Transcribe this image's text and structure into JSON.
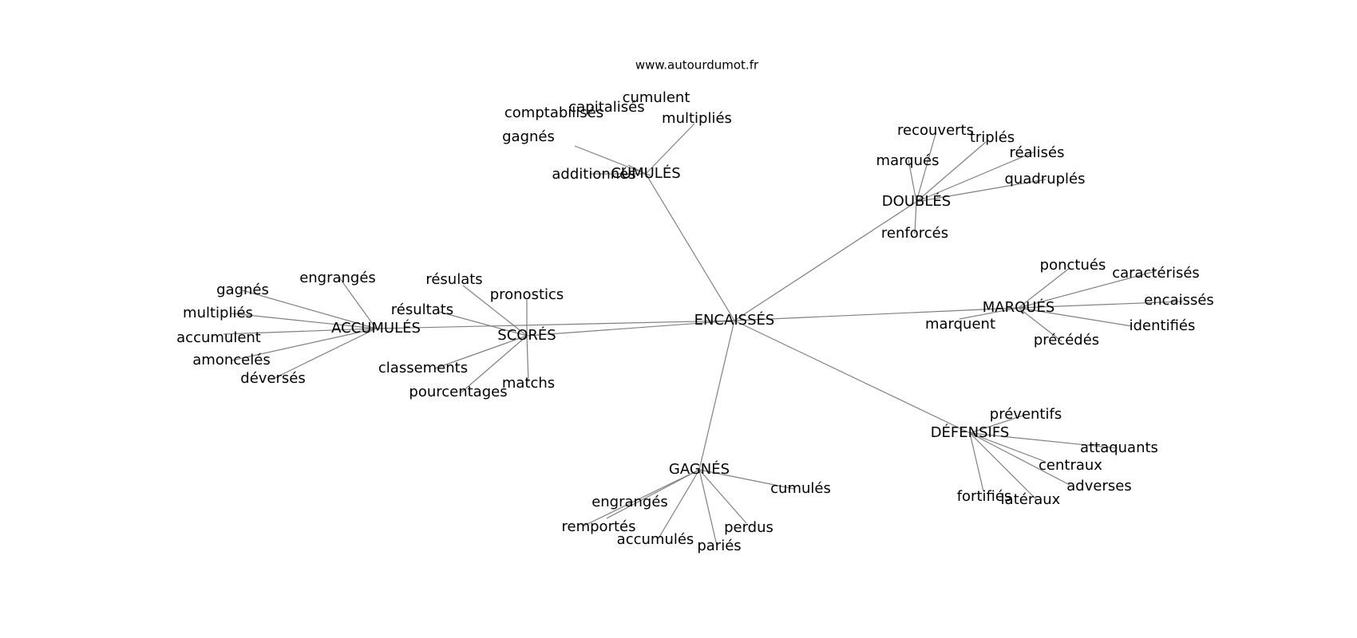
{
  "header": {
    "site": "www.autourdumot.fr"
  },
  "root": "ENCAISSÉS",
  "groups": [
    {
      "hub": "CUMULÉS",
      "words": [
        "cumulent",
        "capitalisés",
        "comptabilisés",
        "multipliés",
        "gagnés",
        "additionnés"
      ]
    },
    {
      "hub": "DOUBLÉS",
      "words": [
        "recouverts",
        "triplés",
        "réalisés",
        "marqués",
        "quadruplés",
        "renforcés"
      ]
    },
    {
      "hub": "MARQUÉS",
      "words": [
        "ponctués",
        "caractérisés",
        "encaissés",
        "marquent",
        "identifiés",
        "précédés"
      ]
    },
    {
      "hub": "SCORÉS",
      "words": [
        "résulats",
        "pronostics",
        "résultats",
        "classements",
        "matchs",
        "pourcentages"
      ]
    },
    {
      "hub": "ACCUMULÉS",
      "words": [
        "engrangés",
        "gagnés",
        "multipliés",
        "accumulent",
        "amoncelés",
        "déversés"
      ]
    },
    {
      "hub": "GAGNÉS",
      "words": [
        "cumulés",
        "engrangés",
        "remportés",
        "accumulés",
        "perdus",
        "pariés"
      ]
    },
    {
      "hub": "DÉFENSIFS",
      "words": [
        "préventifs",
        "attaquants",
        "centraux",
        "adverses",
        "fortifiés",
        "latéraux"
      ]
    }
  ]
}
